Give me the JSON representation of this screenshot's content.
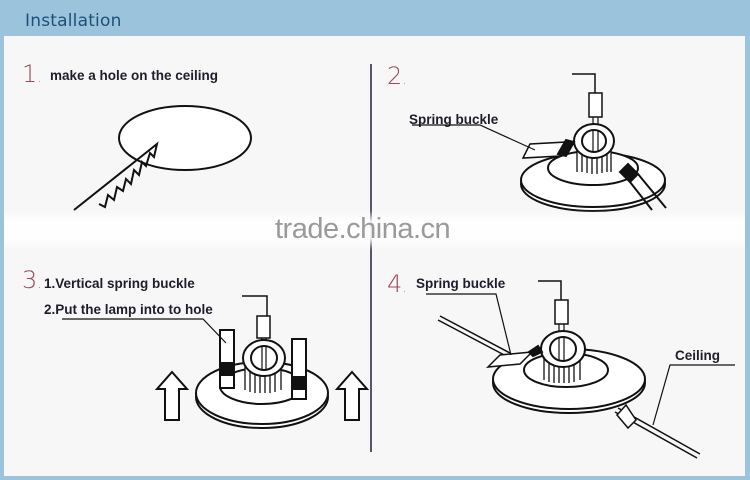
{
  "header": {
    "title": "Installation"
  },
  "steps": [
    {
      "number": "1",
      "labels": [
        "make a hole on the ceiling"
      ]
    },
    {
      "number": "2",
      "labels": [
        "Spring buckle"
      ]
    },
    {
      "number": "3",
      "labels": [
        "1.Vertical spring buckle",
        "2.Put the lamp into to hole"
      ]
    },
    {
      "number": "4",
      "labels": [
        "Spring buckle",
        "Ceiling"
      ]
    }
  ],
  "watermark": "trade.china.cn",
  "colors": {
    "frame": "#9cc3dc",
    "title": "#1e4f7a",
    "step_number": "#9b4a5a",
    "label": "#1d1d2b",
    "line_art": "#111111"
  },
  "icons": {
    "step1": "saw-cutting-ceiling-hole-illustration",
    "step2": "downlight-with-spring-buckle-illustration",
    "step3": "downlight-vertical-spring-buckles-up-arrows-illustration",
    "step4": "downlight-installed-in-ceiling-illustration"
  }
}
